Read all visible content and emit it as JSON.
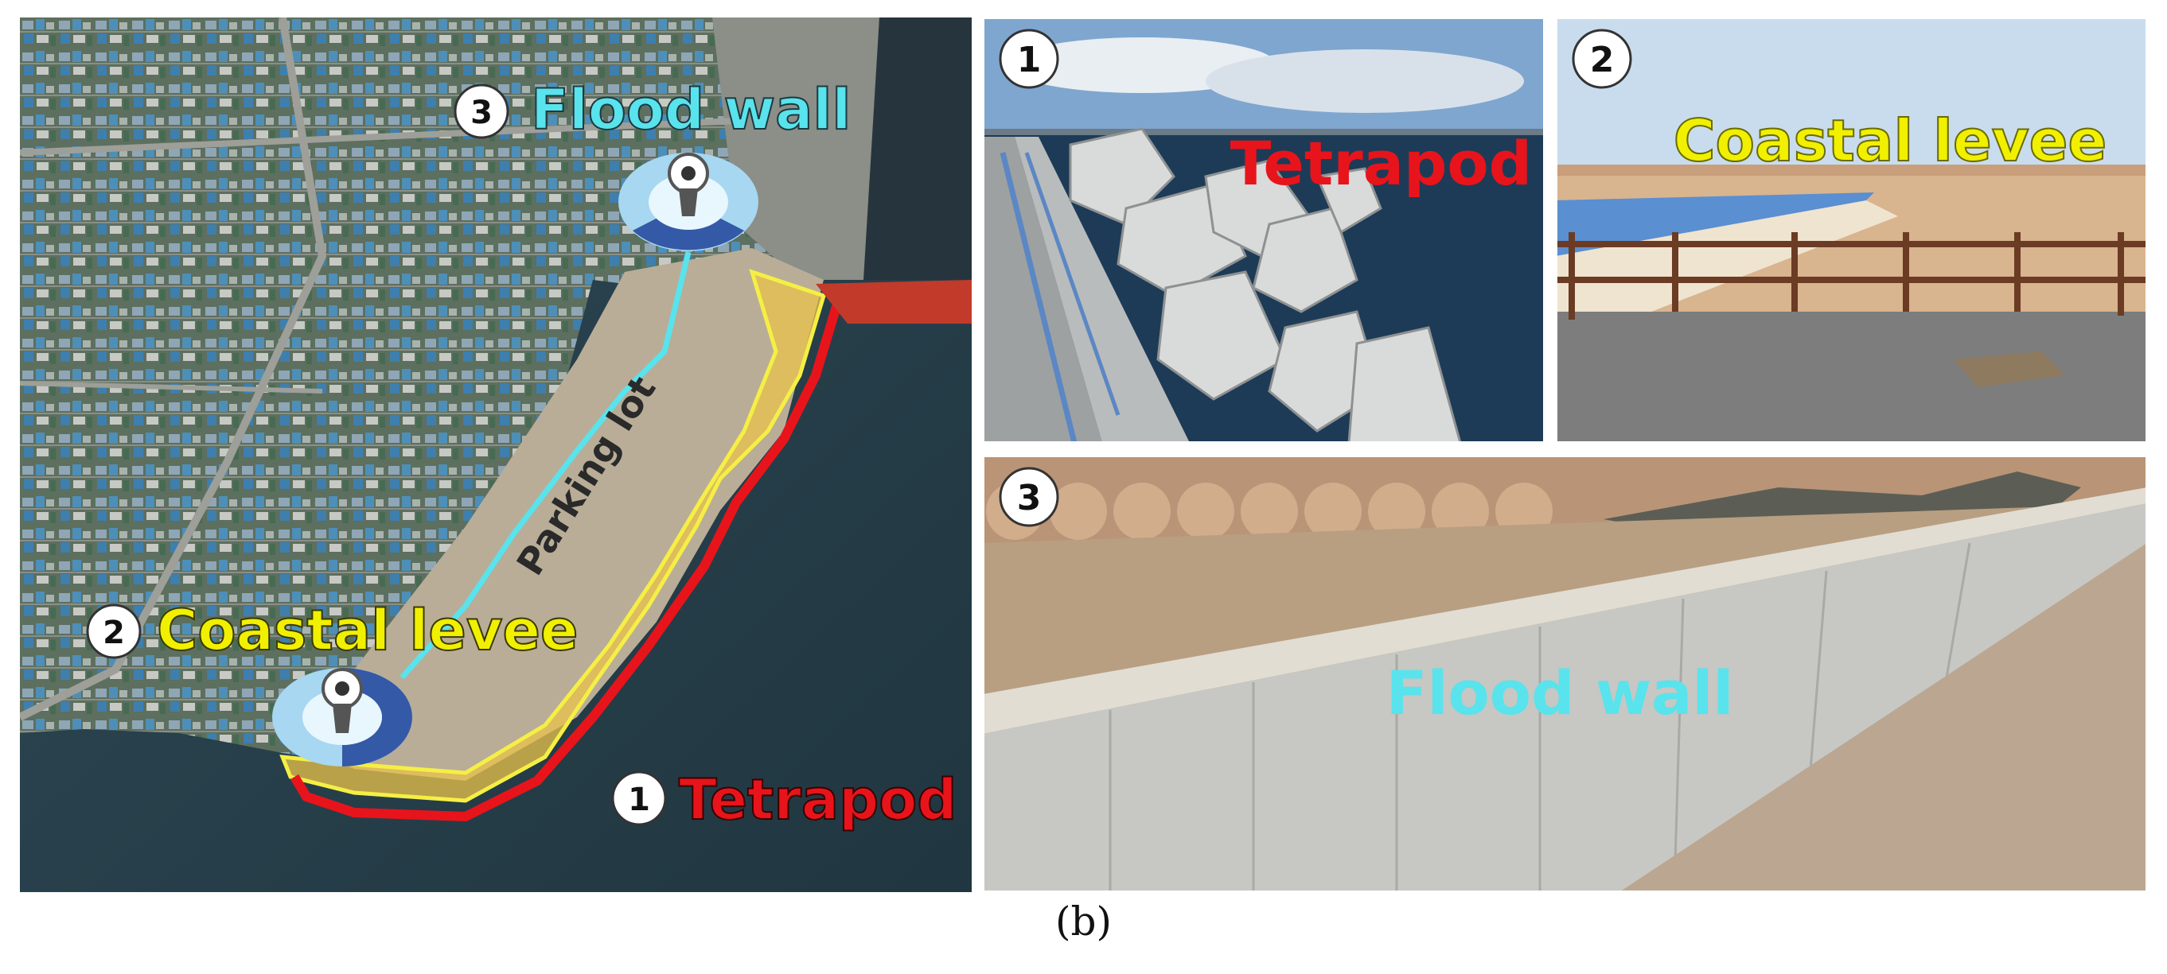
{
  "map": {
    "labels": {
      "flood_wall": "Flood wall",
      "coastal_levee": "Coastal levee",
      "tetrapod": "Tetrapod",
      "parking_lot": "Parking lot"
    },
    "markers": {
      "floodwall": "3",
      "levee": "2",
      "tetrapod": "1"
    },
    "icons": [
      "camera-viewpoint-icon",
      "camera-viewpoint-icon"
    ],
    "colors": {
      "flood_wall": "#59e3ec",
      "coastal_levee": "#f1f000",
      "tetrapod": "#e8141b"
    }
  },
  "photos": {
    "tetrapod": {
      "number": "1",
      "label": "Tetrapod"
    },
    "levee": {
      "number": "2",
      "label": "Coastal levee"
    },
    "floodwall": {
      "number": "3",
      "label": "Flood wall"
    }
  },
  "caption": "(b)"
}
